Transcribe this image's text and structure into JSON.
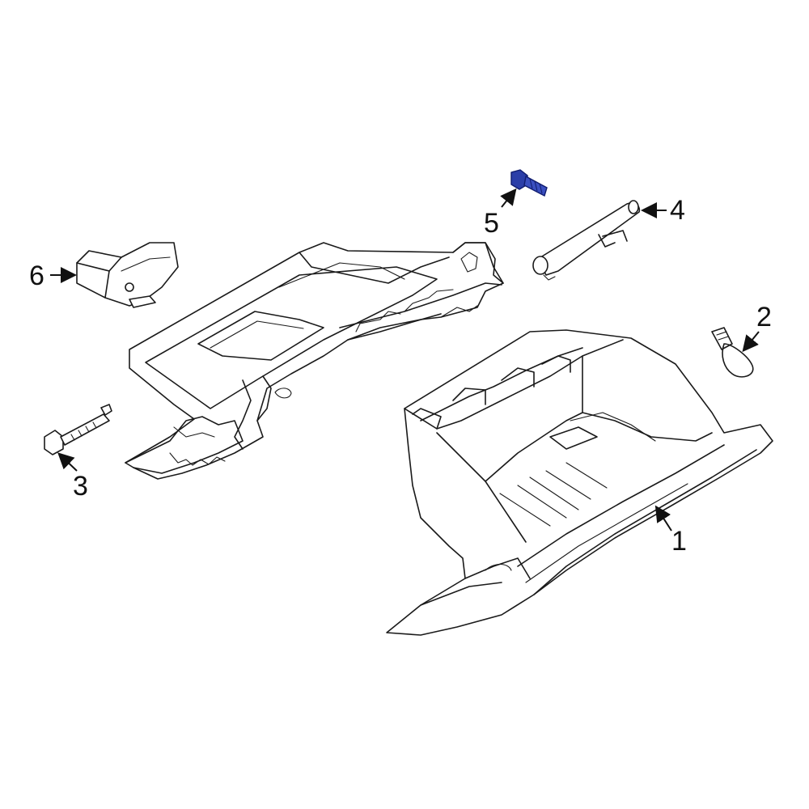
{
  "diagram": {
    "callouts": [
      {
        "id": "1",
        "label": "1"
      },
      {
        "id": "2",
        "label": "2"
      },
      {
        "id": "3",
        "label": "3"
      },
      {
        "id": "4",
        "label": "4"
      },
      {
        "id": "5",
        "label": "5"
      },
      {
        "id": "6",
        "label": "6"
      }
    ],
    "colors": {
      "line": "#1a1a1a",
      "highlight_part": "#2b3ea8",
      "highlight_dark": "#101c6e",
      "background": "#ffffff"
    },
    "highlighted_part": "5"
  }
}
